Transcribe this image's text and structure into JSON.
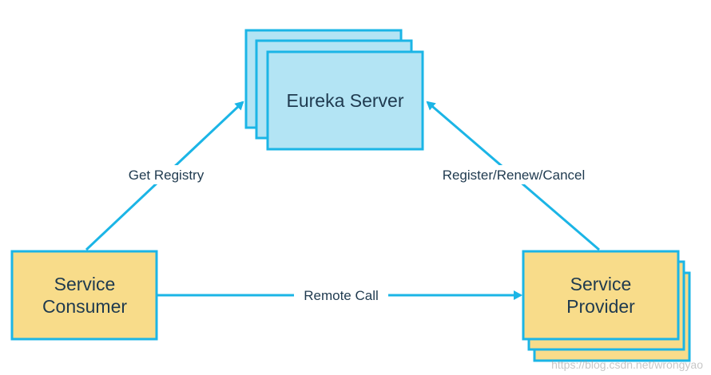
{
  "colors": {
    "accent": "#1BB5E6",
    "server_fill": "#B3E4F4",
    "client_fill": "#F8DC8A",
    "text": "#1f3a4f",
    "background": "#ffffff"
  },
  "nodes": {
    "eureka_server": {
      "label": "Eureka Server"
    },
    "service_consumer": {
      "line1": "Service",
      "line2": "Consumer"
    },
    "service_provider": {
      "line1": "Service",
      "line2": "Provider"
    }
  },
  "edges": {
    "get_registry": {
      "label": "Get Registry"
    },
    "register_renew_cancel": {
      "label": "Register/Renew/Cancel"
    },
    "remote_call": {
      "label": "Remote Call"
    }
  },
  "watermark": {
    "text": "https://blog.csdn.net/wrongyao"
  }
}
